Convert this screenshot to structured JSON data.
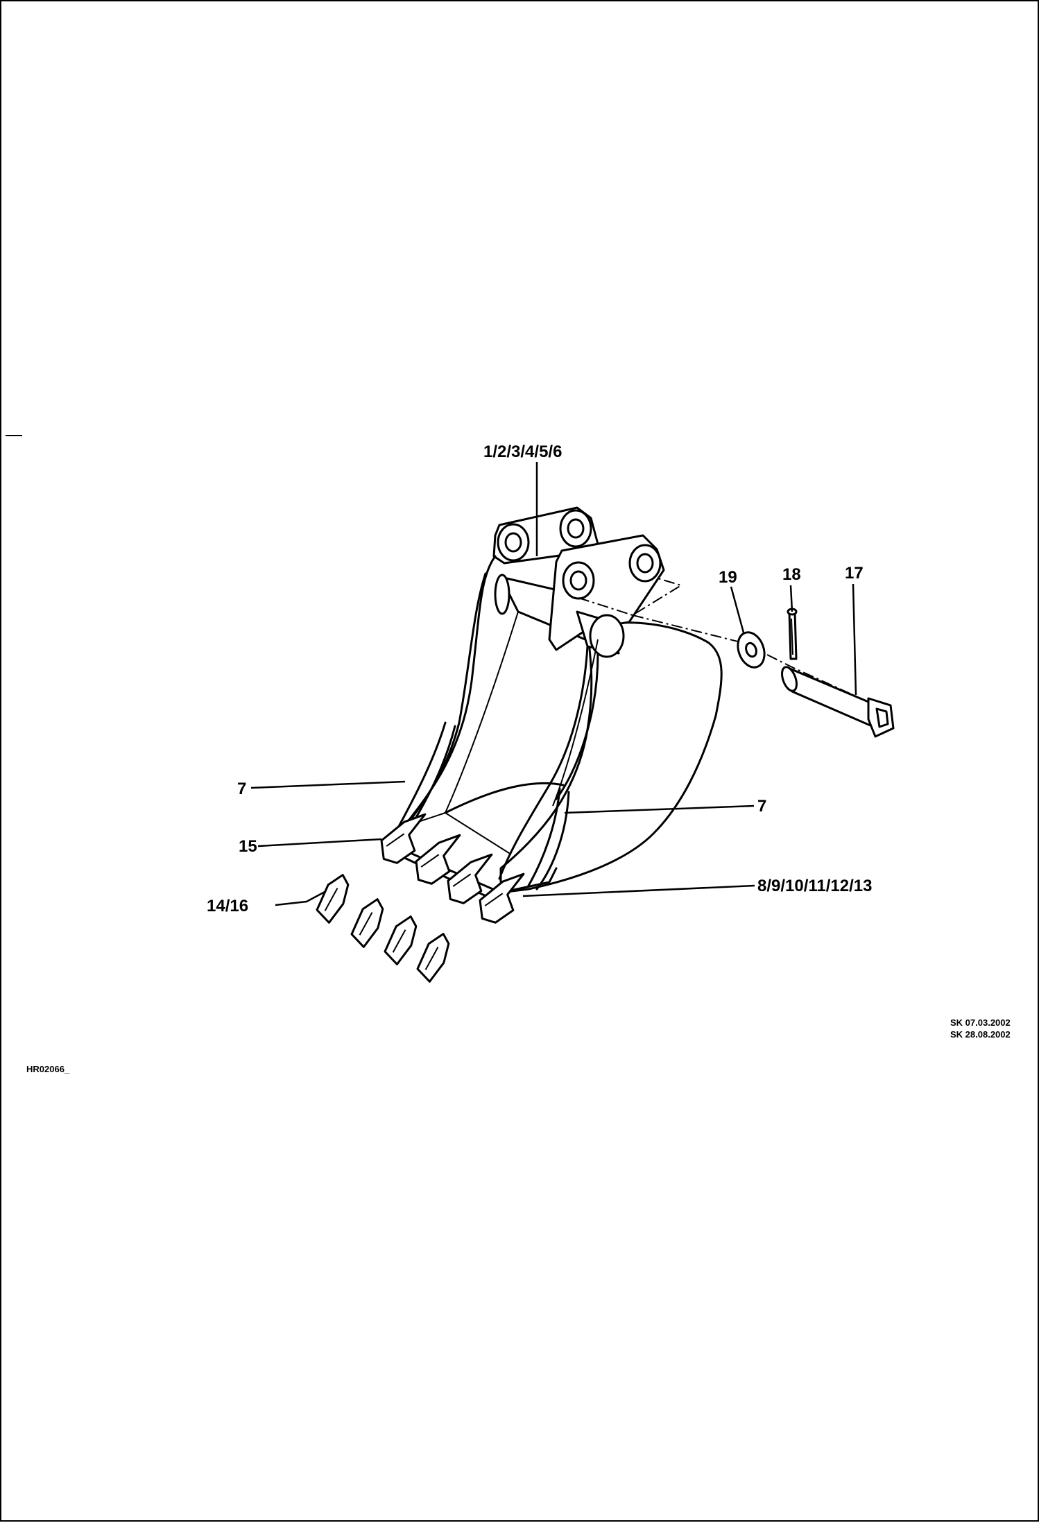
{
  "drawing": {
    "callouts": {
      "bucket_body": "1/2/3/4/5/6",
      "side_cutter_left": "7",
      "side_cutter_right": "7",
      "tooth_adapter": "15",
      "tooth_tip": "14/16",
      "cutting_edge": "8/9/10/11/12/13",
      "pin": "17",
      "spring_pin": "18",
      "washer": "19"
    },
    "revisions": [
      "SK 07.03.2002",
      "SK 28.08.2002"
    ],
    "drawing_id": "HR02066_"
  }
}
